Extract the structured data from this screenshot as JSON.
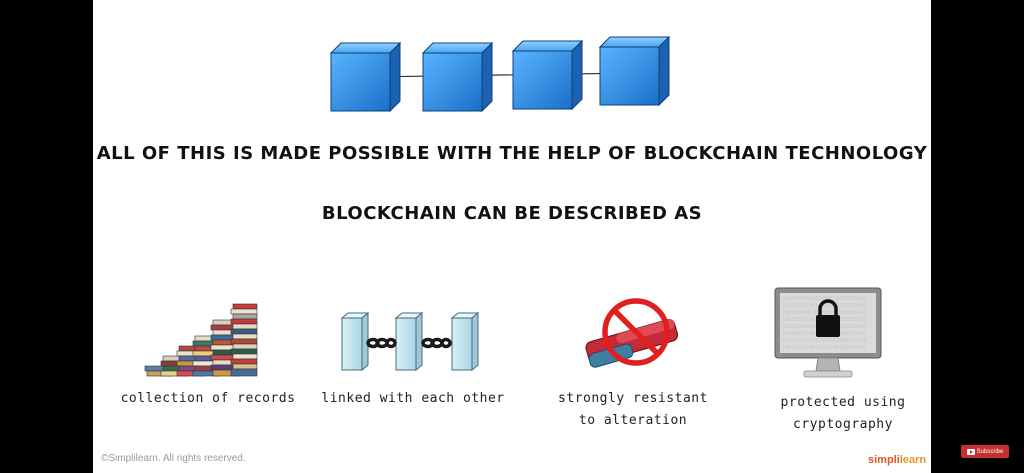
{
  "slide": {
    "headline": "ALL OF THIS IS MADE POSSIBLE WITH THE HELP OF BLOCKCHAIN TECHNOLOGY",
    "subheadline": "BLOCKCHAIN CAN BE DESCRIBED AS",
    "items": [
      {
        "icon": "books-stack-icon",
        "label_lines": [
          "collection of records"
        ]
      },
      {
        "icon": "chained-blocks-icon",
        "label_lines": [
          "linked with each other"
        ]
      },
      {
        "icon": "no-eraser-icon",
        "label_lines": [
          "strongly resistant",
          "to alteration"
        ]
      },
      {
        "icon": "locked-monitor-icon",
        "label_lines": [
          "protected using",
          "cryptography"
        ]
      }
    ],
    "copyright": "©Simplilearn. All rights reserved.",
    "brand": {
      "part1": "simpli",
      "part2": "learn"
    }
  },
  "overlay": {
    "subscribe_label": "Subscribe"
  },
  "colors": {
    "cube_blue": "#2f8fe0",
    "eraser_red": "#d8323a",
    "no_sign": "#e02020"
  }
}
